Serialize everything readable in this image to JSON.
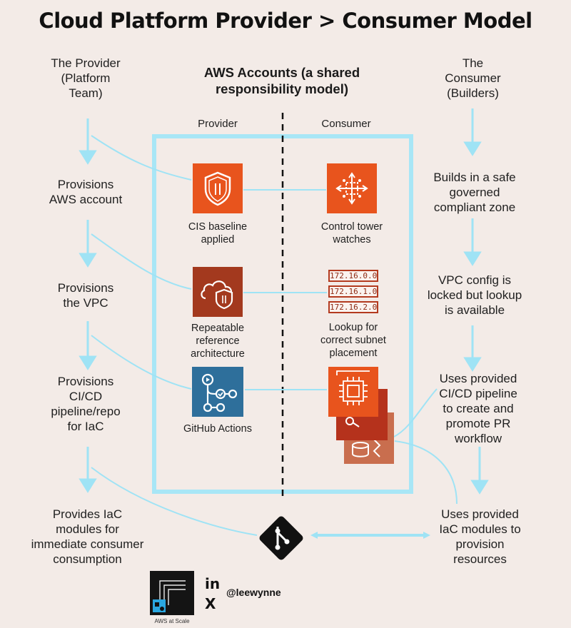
{
  "title": "Cloud Platform Provider > Consumer Model",
  "left_column": {
    "heading": [
      "The Provider",
      "(Platform",
      "Team)"
    ],
    "steps": [
      [
        "Provisions",
        "AWS account"
      ],
      [
        "Provisions",
        "the VPC"
      ],
      [
        "Provisions",
        "CI/CD",
        "pipeline/repo",
        "for IaC"
      ],
      [
        "Provides IaC",
        "modules for",
        "immediate consumer",
        "consumption"
      ]
    ]
  },
  "right_column": {
    "heading": [
      "The",
      "Consumer",
      "(Builders)"
    ],
    "steps": [
      [
        "Builds in a safe",
        "governed",
        "compliant zone"
      ],
      [
        "VPC config is",
        "locked but lookup",
        "is available"
      ],
      [
        "Uses provided",
        "CI/CD pipeline",
        "to create and",
        "promote PR",
        "workflow"
      ],
      [
        "Uses provided",
        "IaC modules to",
        "provision",
        "resources"
      ]
    ]
  },
  "center": {
    "heading": [
      "AWS Accounts (a shared",
      "responsibility model)"
    ],
    "provider_label": "Provider",
    "consumer_label": "Consumer",
    "provider_items": [
      {
        "icon": "shield-icon",
        "label": [
          "CIS baseline",
          "applied"
        ]
      },
      {
        "icon": "cloud-shield-icon",
        "label": [
          "Repeatable",
          "reference",
          "architecture"
        ]
      },
      {
        "icon": "github-actions-icon",
        "label": [
          "GitHub Actions"
        ]
      }
    ],
    "consumer_items": [
      {
        "icon": "control-tower-icon",
        "label": [
          "Control tower",
          "watches"
        ]
      },
      {
        "icon": "subnet-list-icon",
        "label": [
          "Lookup for",
          "correct subnet",
          "placement"
        ],
        "subnets": [
          "172.16.0.0",
          "172.16.1.0",
          "172.16.2.0"
        ]
      },
      {
        "icon": "aws-services-stack-icon",
        "label": []
      }
    ]
  },
  "git_icon": "git-icon",
  "footer": {
    "brand": "AWS at Scale",
    "linkedin": "in",
    "x": "X",
    "handle": "@leewynne"
  },
  "colors": {
    "background": "#f3ebe7",
    "flow": "#9fe3f5",
    "box_border": "#a8e6f6",
    "aws_orange": "#e8541d",
    "aws_dark_red": "#b5321c",
    "aws_brown": "#a3391e",
    "github_blue": "#2e6f9b"
  }
}
